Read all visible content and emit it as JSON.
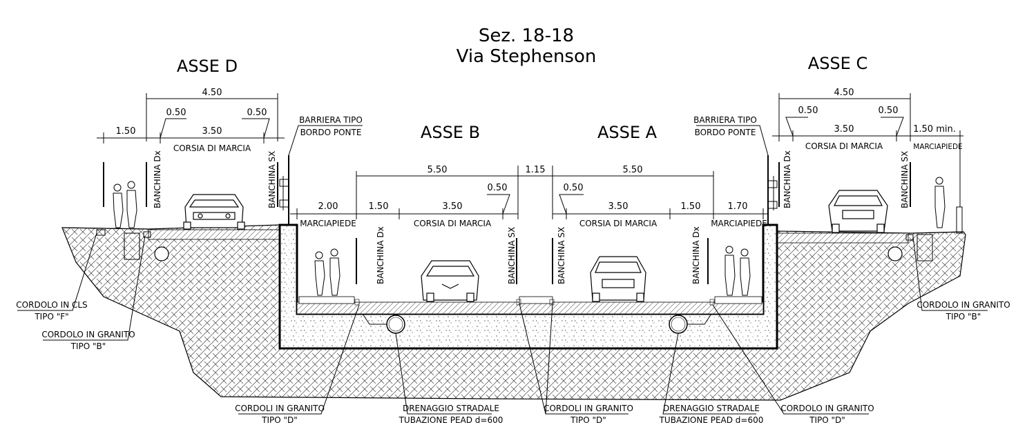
{
  "title": {
    "line1": "Sez. 18-18",
    "line2": "Via Stephenson"
  },
  "axes": {
    "d": "ASSE D",
    "b": "ASSE B",
    "a": "ASSE A",
    "c": "ASSE C"
  },
  "dims": {
    "d_total": "4.50",
    "d_sh_left": "0.50",
    "d_sh_right": "0.50",
    "d_side": "1.50",
    "d_lane": "3.50",
    "b_total": "5.50",
    "b_sh": "0.50",
    "b_walk": "2.00",
    "b_bank": "1.50",
    "b_lane": "3.50",
    "median": "1.15",
    "a_total": "5.50",
    "a_sh": "0.50",
    "a_lane": "3.50",
    "a_bank": "1.50",
    "a_walk": "1.70",
    "c_total": "4.50",
    "c_sh_left": "0.50",
    "c_sh_right": "0.50",
    "c_lane": "3.50",
    "c_walk": "1.50 min."
  },
  "labels": {
    "corsia": "CORSIA DI MARCIA",
    "marciapiede": "MARCIAPIEDE",
    "banchina_dx": "BANCHINA Dx",
    "banchina_sx": "BANCHINA SX",
    "barriera_1": "BARRIERA TIPO",
    "barriera_2": "BORDO PONTE"
  },
  "callouts": {
    "cls_1": "CORDOLO IN CLS",
    "cls_2": "TIPO \"F\"",
    "granito_b_1": "CORDOLO IN GRANITO",
    "granito_b_2": "TIPO \"B\"",
    "granito_b_right_1": "CORDOLO IN GRANITO",
    "granito_b_right_2": "TIPO \"B\"",
    "cordoli_d_left_1": "CORDOLI IN GRANITO",
    "cordoli_d_left_2": "TIPO \"D\"",
    "drenaggio_left_1": "DRENAGGIO STRADALE",
    "drenaggio_left_2": "TUBAZIONE PEAD d=600",
    "cordoli_d_mid_1": "CORDOLI IN GRANITO",
    "cordoli_d_mid_2": "TIPO \"D\"",
    "drenaggio_right_1": "DRENAGGIO STRADALE",
    "drenaggio_right_2": "TUBAZIONE PEAD d=600",
    "cordolo_d_right_1": "CORDOLO IN GRANITO",
    "cordolo_d_right_2": "TIPO \"D\""
  }
}
